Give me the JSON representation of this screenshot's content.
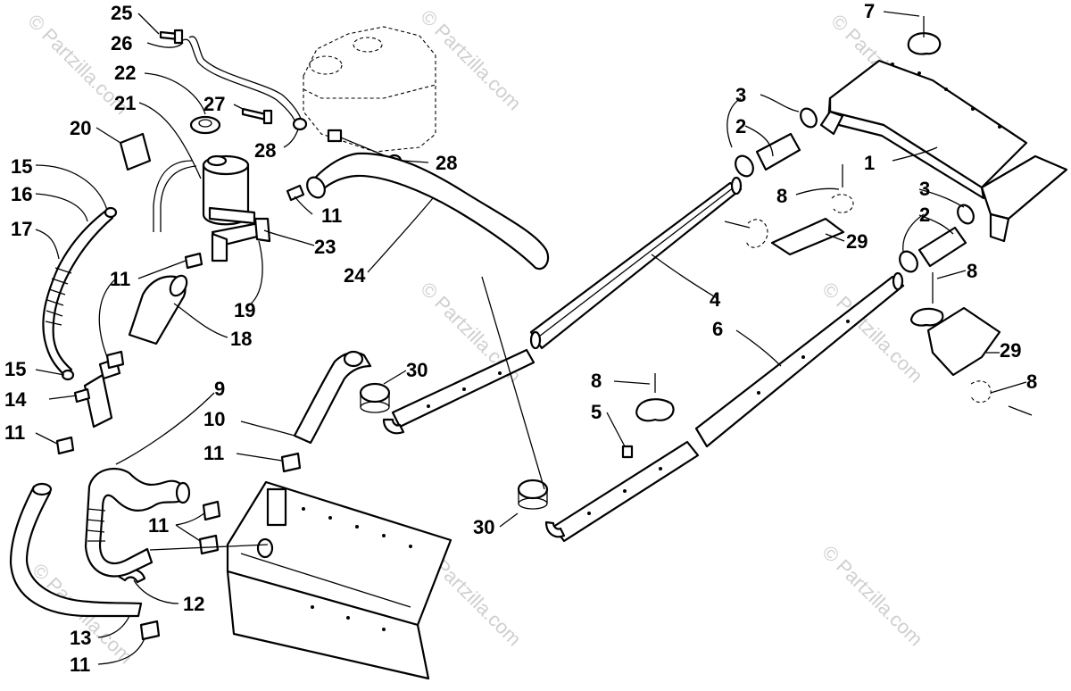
{
  "diagram": {
    "callouts": [
      "1",
      "2",
      "3",
      "4",
      "5",
      "6",
      "7",
      "8",
      "9",
      "10",
      "11",
      "12",
      "13",
      "14",
      "15",
      "16",
      "17",
      "18",
      "19",
      "20",
      "21",
      "22",
      "23",
      "24",
      "25",
      "26",
      "27",
      "28",
      "29",
      "30"
    ],
    "watermark": "© Partzilla.com"
  }
}
